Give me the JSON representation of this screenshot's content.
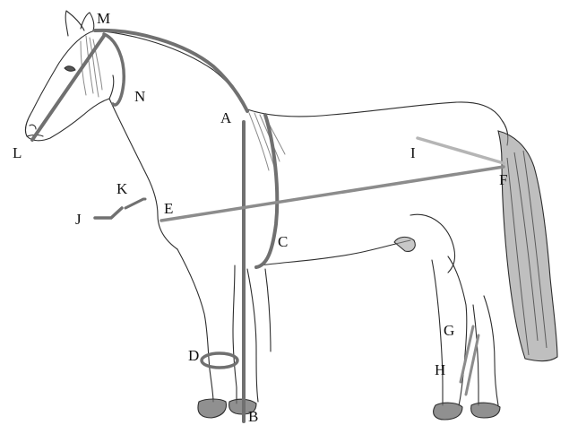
{
  "labels": {
    "A": "A",
    "B": "B",
    "C": "C",
    "D": "D",
    "E": "E",
    "F": "F",
    "G": "G",
    "H": "H",
    "I": "I",
    "J": "J",
    "K": "K",
    "L": "L",
    "M": "M",
    "N": "N"
  },
  "colors": {
    "background": "#ffffff",
    "outline": "#2e2e2e",
    "hair_shading": "#8a8a8a",
    "hoof": "#6b6b6b",
    "measure_dark": "#707070",
    "measure_mid": "#8c8c8c",
    "measure_light": "#b5b5b5"
  }
}
